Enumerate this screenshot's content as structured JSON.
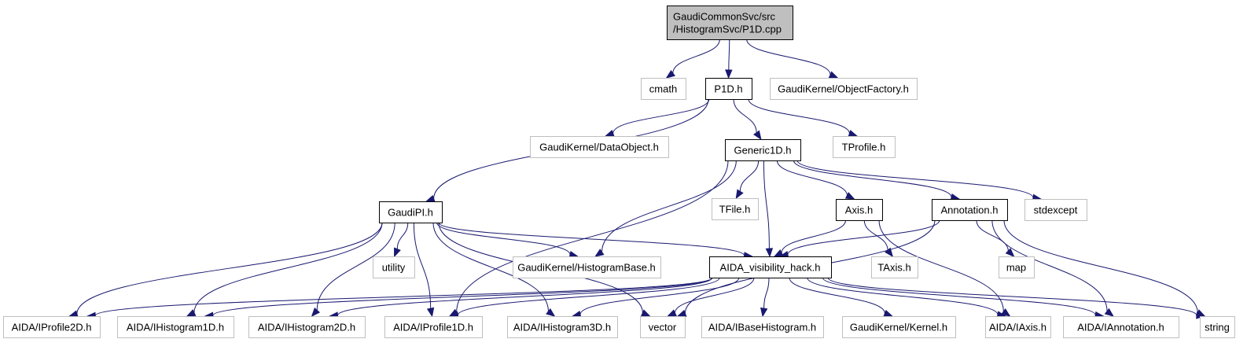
{
  "title": "Include dependency graph for P1D.cpp",
  "colors": {
    "edge": "#191970",
    "root_fill": "#bfbfbf",
    "internal_border": "#000000",
    "external_border": "#bfbfbf"
  },
  "nodes": [
    {
      "id": "root",
      "kind": "root",
      "lines": [
        "GaudiCommonSvc/src",
        "/HistogramSvc/P1D.cpp"
      ]
    },
    {
      "id": "cmath",
      "kind": "external",
      "lines": [
        "cmath"
      ]
    },
    {
      "id": "p1d_h",
      "kind": "internal",
      "lines": [
        "P1D.h"
      ]
    },
    {
      "id": "objectfactory",
      "kind": "external",
      "lines": [
        "GaudiKernel/ObjectFactory.h"
      ]
    },
    {
      "id": "dataobject",
      "kind": "external",
      "lines": [
        "GaudiKernel/DataObject.h"
      ]
    },
    {
      "id": "generic1d",
      "kind": "internal",
      "lines": [
        "Generic1D.h"
      ]
    },
    {
      "id": "tprofile",
      "kind": "external",
      "lines": [
        "TProfile.h"
      ]
    },
    {
      "id": "gaudipi",
      "kind": "internal",
      "lines": [
        "GaudiPI.h"
      ]
    },
    {
      "id": "tfile",
      "kind": "external",
      "lines": [
        "TFile.h"
      ]
    },
    {
      "id": "axis",
      "kind": "internal",
      "lines": [
        "Axis.h"
      ]
    },
    {
      "id": "annotation",
      "kind": "internal",
      "lines": [
        "Annotation.h"
      ]
    },
    {
      "id": "stdexcept",
      "kind": "external",
      "lines": [
        "stdexcept"
      ]
    },
    {
      "id": "utility",
      "kind": "external",
      "lines": [
        "utility"
      ]
    },
    {
      "id": "histogrambase",
      "kind": "external",
      "lines": [
        "GaudiKernel/HistogramBase.h"
      ]
    },
    {
      "id": "aida_vis",
      "kind": "internal",
      "lines": [
        "AIDA_visibility_hack.h"
      ]
    },
    {
      "id": "taxis",
      "kind": "external",
      "lines": [
        "TAxis.h"
      ]
    },
    {
      "id": "map",
      "kind": "external",
      "lines": [
        "map"
      ]
    },
    {
      "id": "iprofile2d",
      "kind": "external",
      "lines": [
        "AIDA/IProfile2D.h"
      ]
    },
    {
      "id": "ihistogram1d",
      "kind": "external",
      "lines": [
        "AIDA/IHistogram1D.h"
      ]
    },
    {
      "id": "ihistogram2d",
      "kind": "external",
      "lines": [
        "AIDA/IHistogram2D.h"
      ]
    },
    {
      "id": "iprofile1d",
      "kind": "external",
      "lines": [
        "AIDA/IProfile1D.h"
      ]
    },
    {
      "id": "ihistogram3d",
      "kind": "external",
      "lines": [
        "AIDA/IHistogram3D.h"
      ]
    },
    {
      "id": "vector",
      "kind": "external",
      "lines": [
        "vector"
      ]
    },
    {
      "id": "ibasehistogram",
      "kind": "external",
      "lines": [
        "AIDA/IBaseHistogram.h"
      ]
    },
    {
      "id": "kernel",
      "kind": "external",
      "lines": [
        "GaudiKernel/Kernel.h"
      ]
    },
    {
      "id": "iaxis",
      "kind": "external",
      "lines": [
        "AIDA/IAxis.h"
      ]
    },
    {
      "id": "iannotation",
      "kind": "external",
      "lines": [
        "AIDA/IAnnotation.h"
      ]
    },
    {
      "id": "string",
      "kind": "external",
      "lines": [
        "string"
      ]
    }
  ],
  "edges": [
    [
      "root",
      "cmath"
    ],
    [
      "root",
      "p1d_h"
    ],
    [
      "root",
      "objectfactory"
    ],
    [
      "p1d_h",
      "dataobject"
    ],
    [
      "p1d_h",
      "generic1d"
    ],
    [
      "p1d_h",
      "tprofile"
    ],
    [
      "p1d_h",
      "gaudipi"
    ],
    [
      "generic1d",
      "tfile"
    ],
    [
      "generic1d",
      "axis"
    ],
    [
      "generic1d",
      "annotation"
    ],
    [
      "generic1d",
      "stdexcept"
    ],
    [
      "generic1d",
      "histogrambase"
    ],
    [
      "generic1d",
      "aida_vis"
    ],
    [
      "generic1d",
      "iprofile1d"
    ],
    [
      "gaudipi",
      "utility"
    ],
    [
      "gaudipi",
      "histogrambase"
    ],
    [
      "gaudipi",
      "aida_vis"
    ],
    [
      "gaudipi",
      "iprofile2d"
    ],
    [
      "gaudipi",
      "ihistogram1d"
    ],
    [
      "gaudipi",
      "ihistogram2d"
    ],
    [
      "gaudipi",
      "iprofile1d"
    ],
    [
      "gaudipi",
      "ihistogram3d"
    ],
    [
      "gaudipi",
      "vector"
    ],
    [
      "axis",
      "aida_vis"
    ],
    [
      "axis",
      "taxis"
    ],
    [
      "axis",
      "iaxis"
    ],
    [
      "annotation",
      "aida_vis"
    ],
    [
      "annotation",
      "map"
    ],
    [
      "annotation",
      "vector"
    ],
    [
      "annotation",
      "iannotation"
    ],
    [
      "annotation",
      "string"
    ],
    [
      "aida_vis",
      "iprofile2d"
    ],
    [
      "aida_vis",
      "ihistogram1d"
    ],
    [
      "aida_vis",
      "ihistogram2d"
    ],
    [
      "aida_vis",
      "iprofile1d"
    ],
    [
      "aida_vis",
      "ihistogram3d"
    ],
    [
      "aida_vis",
      "vector"
    ],
    [
      "aida_vis",
      "ibasehistogram"
    ],
    [
      "aida_vis",
      "kernel"
    ],
    [
      "aida_vis",
      "iaxis"
    ],
    [
      "aida_vis",
      "iannotation"
    ],
    [
      "aida_vis",
      "string"
    ]
  ]
}
